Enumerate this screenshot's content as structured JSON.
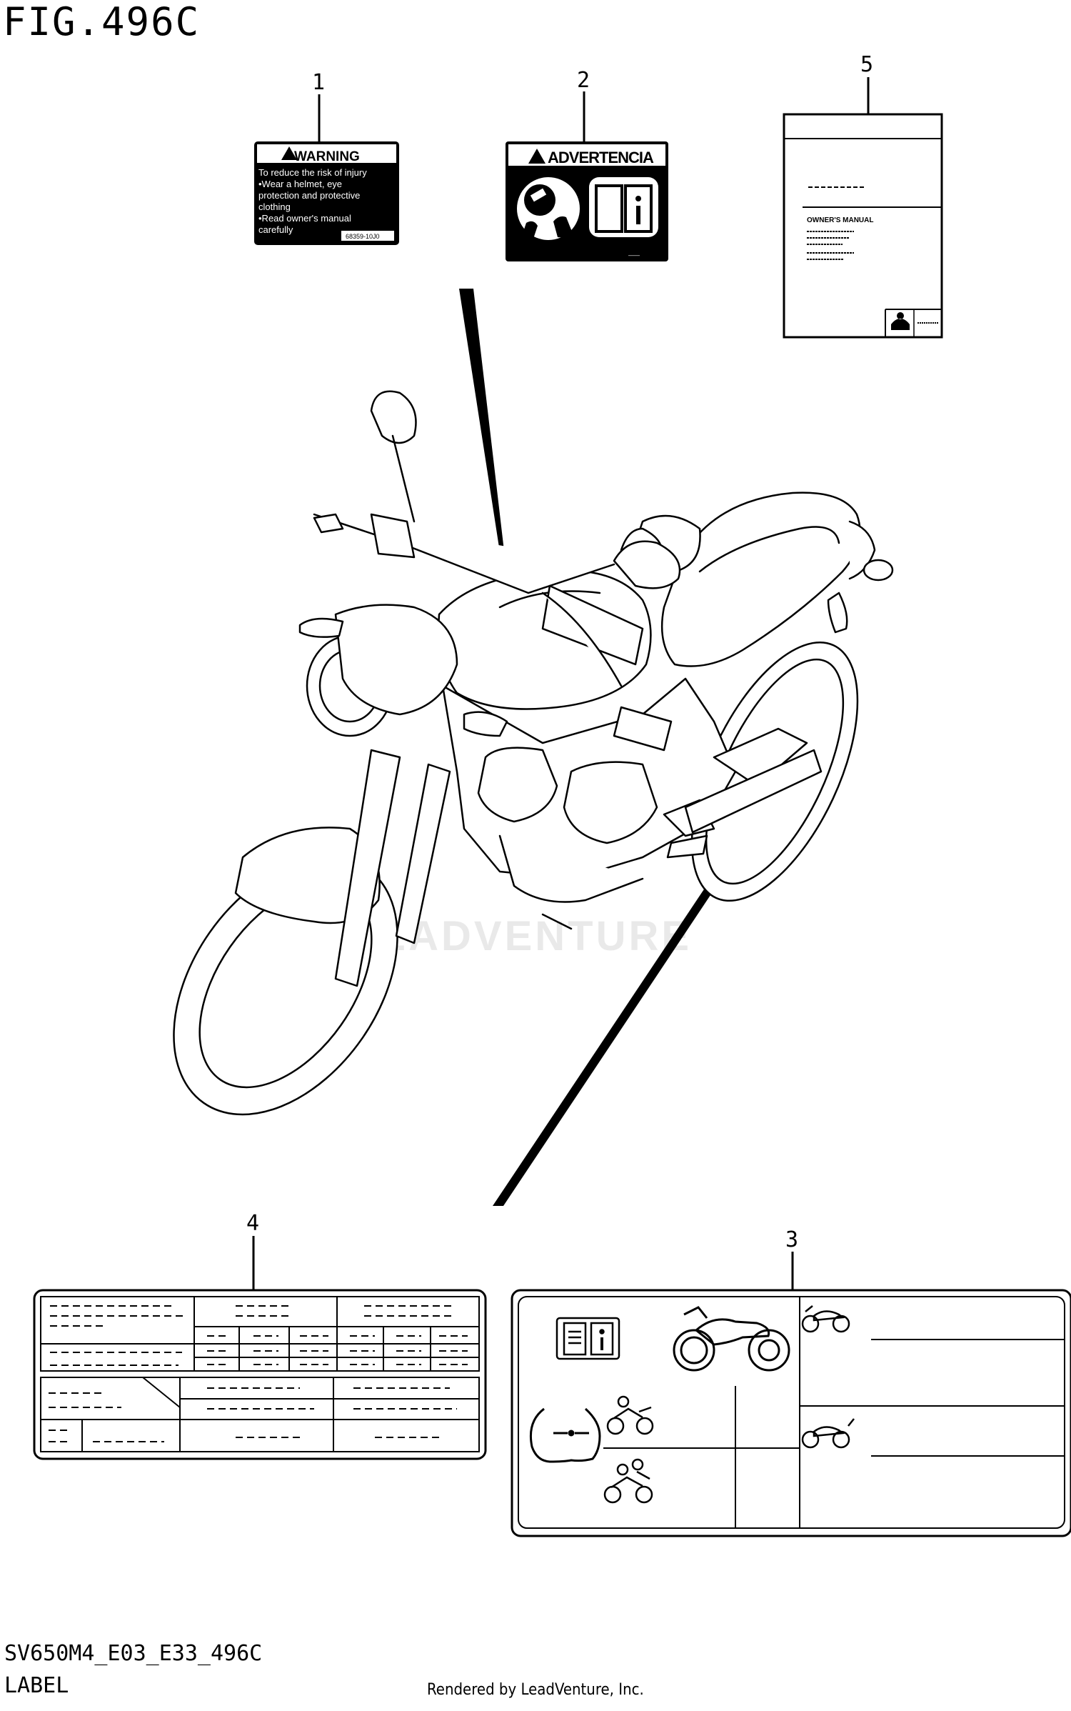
{
  "figure": {
    "title": "FIG.496C",
    "model_code": "SV650M4_E03_E33_496C",
    "section": "LABEL",
    "rendered_by": "Rendered by LeadVenture, Inc.",
    "watermark": "LEADVENTURE"
  },
  "callouts": [
    "1",
    "2",
    "3",
    "4",
    "5"
  ],
  "labels": {
    "warning": {
      "heading": "WARNING",
      "lines": [
        "To reduce the risk of injury",
        "•Wear a helmet, eye",
        " protection and protective",
        " clothing",
        "•Read owner's manual",
        " carefully"
      ],
      "part_code": "68359-10J0"
    },
    "advertencia": {
      "heading": "ADVERTENCIA"
    },
    "manual": {
      "title": "OWNER'S MANUAL"
    }
  },
  "icons": [
    "warning-triangle-icon",
    "helmet-icon",
    "glove-icon",
    "manual-info-icon",
    "motorcycle-icon",
    "tire-pressure-icon",
    "rider-icon",
    "rider-passenger-icon"
  ]
}
